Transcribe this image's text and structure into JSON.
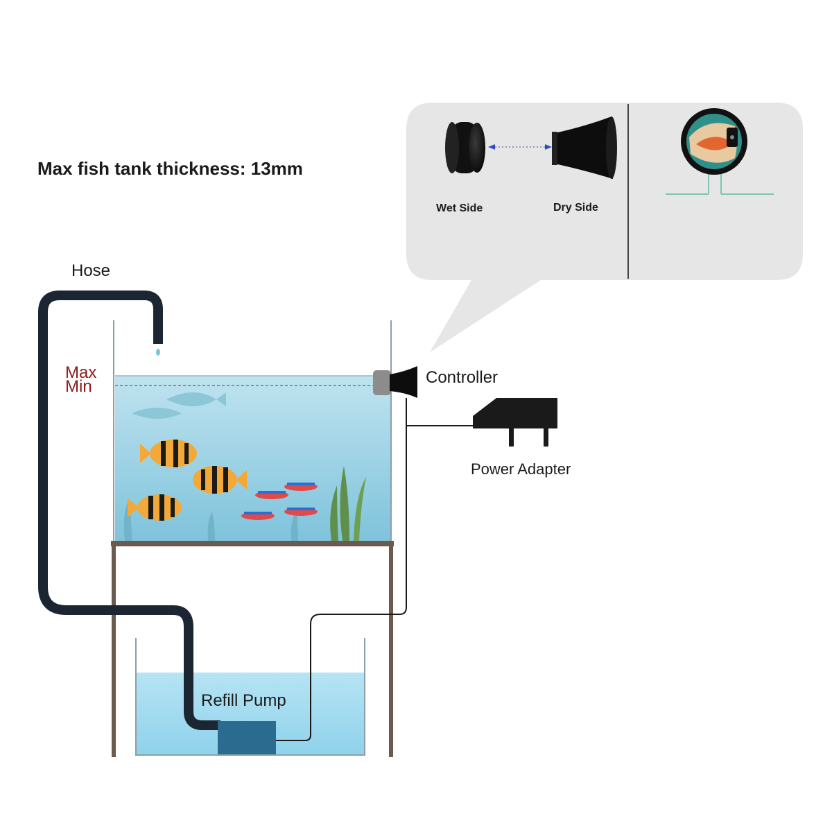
{
  "title": "Max fish tank thickness: 13mm",
  "labels": {
    "hose": "Hose",
    "max": "Max",
    "min": "Min",
    "controller": "Controller",
    "power_adapter": "Power Adapter",
    "refill_pump": "Refill Pump"
  },
  "callout": {
    "wet_side": "Wet Side",
    "dry_side": "Dry Side"
  },
  "colors": {
    "tank_water": "#9fd3e6",
    "reservoir_water": "#a8def0",
    "hose": "#1c2633",
    "stand": "#6b5a4e",
    "level_text": "#8b1a1a",
    "callout_bg": "#e6e6e6",
    "pump": "#2b6b8f",
    "arrow": "#2b4fc0"
  }
}
